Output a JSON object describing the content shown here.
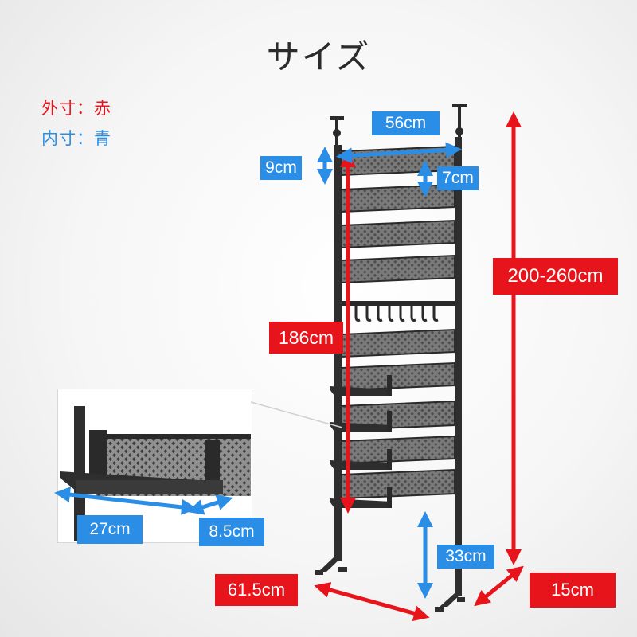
{
  "title": "サイズ",
  "legend": {
    "outer": "外寸：赤",
    "inner": "内寸：青"
  },
  "colors": {
    "outer_red": "#e8141b",
    "inner_blue": "#2b8ee6",
    "frame": "#2a2a2a",
    "panel": "#6a6a6a"
  },
  "dimensions": {
    "top_width": "56cm",
    "top_gap": "9cm",
    "panel_height": "7cm",
    "inner_height": "186cm",
    "overall_height": "200-260cm",
    "bottom_clearance": "33cm",
    "base_width": "61.5cm",
    "depth": "15cm",
    "tray_width": "27cm",
    "tray_depth": "8.5cm"
  }
}
